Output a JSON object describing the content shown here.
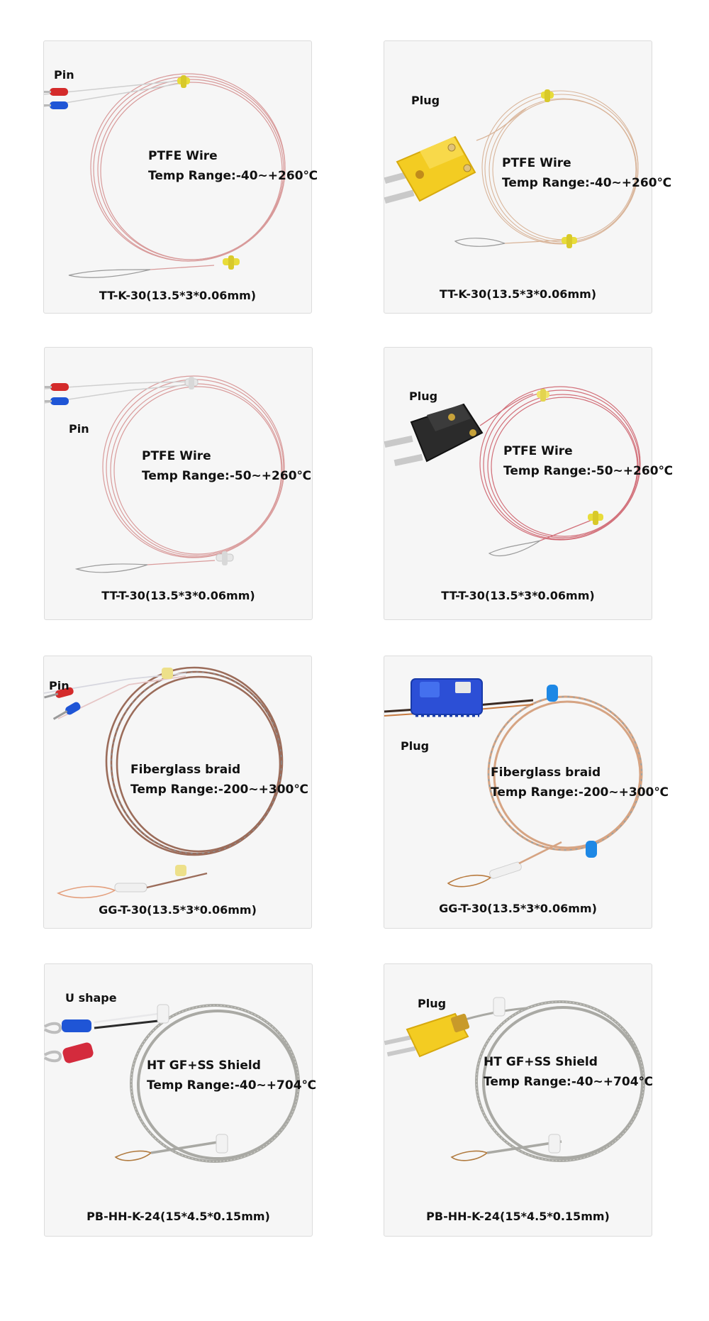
{
  "products": [
    {
      "connector": "Pin",
      "material": "PTFE Wire",
      "range": "Temp Range:-40~+260℃",
      "model": "TT-K-30(13.5*3*0.06mm)"
    },
    {
      "connector": "Plug",
      "material": "PTFE Wire",
      "range": "Temp Range:-40~+260℃",
      "model": "TT-K-30(13.5*3*0.06mm)"
    },
    {
      "connector": "Pin",
      "material": "PTFE Wire",
      "range": "Temp Range:-50~+260℃",
      "model": "TT-T-30(13.5*3*0.06mm)"
    },
    {
      "connector": "Plug",
      "material": "PTFE Wire",
      "range": "Temp Range:-50~+260℃",
      "model": "TT-T-30(13.5*3*0.06mm)"
    },
    {
      "connector": "Pin",
      "material": "Fiberglass braid",
      "range": "Temp Range:-200~+300℃",
      "model": "GG-T-30(13.5*3*0.06mm)"
    },
    {
      "connector": "Plug",
      "material": "Fiberglass braid",
      "range": "Temp Range:-200~+300℃",
      "model": "GG-T-30(13.5*3*0.06mm)"
    },
    {
      "connector": "U shape",
      "material": "HT GF+SS Shield",
      "range": "Temp Range:-40~+704℃",
      "model": "PB-HH-K-24(15*4.5*0.15mm)"
    },
    {
      "connector": "Plug",
      "material": "HT GF+SS Shield",
      "range": "Temp Range:-40~+704℃",
      "model": "PB-HH-K-24(15*4.5*0.15mm)"
    }
  ],
  "icons": {
    "pin": "pin-terminal-icon",
    "plug": "mini-plug-connector-icon",
    "u_shape": "spade-terminal-icon",
    "wire": "thermocouple-wire-coil-icon"
  },
  "colors": {
    "ptfe_wire": "#d89a9a",
    "fiberglass_braid": "#a97b66",
    "fiberglass_light": "#d6a483",
    "shield": "#a9a9a4",
    "k_plug": "#f3cc22",
    "t_plug_black": "#2b2b2b",
    "t_plug_blue": "#2c4fd6",
    "red_pin": "#d42b2b",
    "blue_pin": "#1f55d6",
    "yellow_tie": "#e8dc3a",
    "blue_tie": "#1e88e5"
  }
}
